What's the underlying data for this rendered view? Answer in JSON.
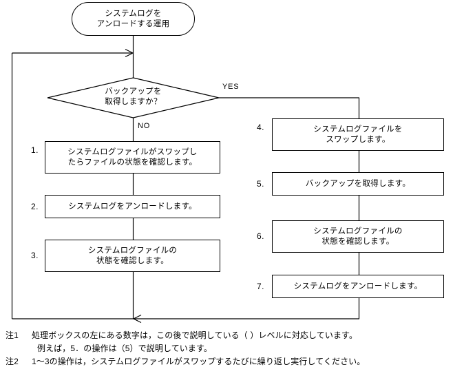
{
  "diagram": {
    "title_terminal": {
      "lines": [
        "システムログを",
        "アンロードする運用"
      ]
    },
    "decision": {
      "lines": [
        "バックアップを",
        "取得しますか？"
      ],
      "yes_label": "YES",
      "no_label": "NO"
    },
    "left_branch": [
      {
        "number": "1.",
        "lines": [
          "システムログファイルがスワップし",
          "たらファイルの状態を確認します。"
        ]
      },
      {
        "number": "2.",
        "lines": [
          "システムログをアンロードします。"
        ]
      },
      {
        "number": "3.",
        "lines": [
          "システムログファイルの",
          "状態を確認します。"
        ]
      }
    ],
    "right_branch": [
      {
        "number": "4.",
        "lines": [
          "システムログファイルを",
          "スワップします。"
        ]
      },
      {
        "number": "5.",
        "lines": [
          "バックアップを取得します。"
        ]
      },
      {
        "number": "6.",
        "lines": [
          "システムログファイルの",
          "状態を確認します。"
        ]
      },
      {
        "number": "7.",
        "lines": [
          "システムログをアンロードします。"
        ]
      }
    ],
    "line_color": "#000000"
  },
  "notes": [
    {
      "label": "注1",
      "text": "処理ボックスの左にある数字は，この後で説明している（ ）レベルに対応しています。",
      "continuation": "例えば，5．の操作は（5）で説明しています。"
    },
    {
      "label": "注2",
      "text": "1～3の操作は，システムログファイルがスワップするたびに繰り返し実行してください。",
      "continuation": ""
    }
  ]
}
